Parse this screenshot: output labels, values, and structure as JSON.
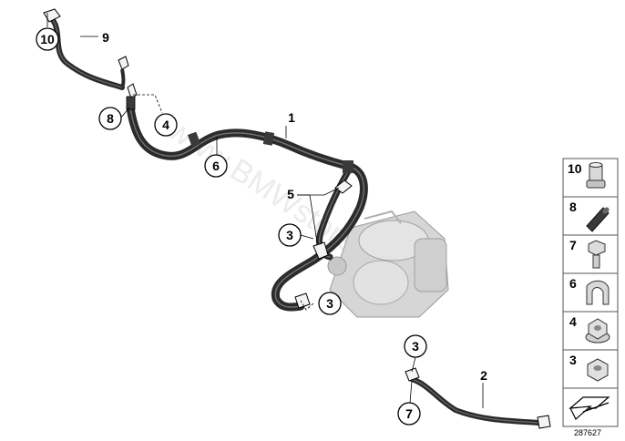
{
  "watermark": "www.BMWstore.pl",
  "reference_number": "287627",
  "callouts": {
    "c10_top": "10",
    "c9": "9",
    "c8_main": "8",
    "c4_main": "4",
    "c1": "1",
    "c6_main": "6",
    "c5": "5",
    "c3_upper": "3",
    "c3_lower": "3",
    "c3_right": "3",
    "c7_main": "7",
    "c2": "2"
  },
  "legend": [
    {
      "number": "10",
      "part": "sleeve-nut"
    },
    {
      "number": "8",
      "part": "grommet-tube"
    },
    {
      "number": "7",
      "part": "hex-bolt"
    },
    {
      "number": "6",
      "part": "cable-clip"
    },
    {
      "number": "4",
      "part": "hex-nut-with-washer"
    },
    {
      "number": "3",
      "part": "hex-nut"
    }
  ],
  "colors": {
    "cable": "#2b2b2b",
    "outline": "#000000",
    "starter_motor": "#d9d9d9",
    "legend_border": "#555555"
  }
}
